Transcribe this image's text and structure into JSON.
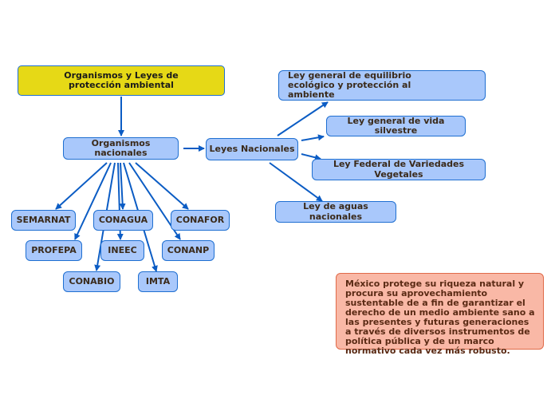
{
  "title": "Organismos y Leyes de protección ambiental",
  "nodes": {
    "organismos_nacionales": "Organismos nacionales",
    "leyes_nacionales": "Leyes Nacionales",
    "ley_equilibrio": "Ley general de equilibrio ecológico y protección al ambiente",
    "ley_vida_silvestre": "Ley general de vida silvestre",
    "ley_variedades": "Ley Federal de Variedades Vegetales",
    "ley_aguas": "Ley de aguas nacionales",
    "semarnat": "SEMARNAT",
    "conagua": "CONAGUA",
    "conafor": "CONAFOR",
    "profepa": "PROFEPA",
    "ineec": "INEEC",
    "conanp": "CONANP",
    "conabio": "CONABIO",
    "imta": "IMTA"
  },
  "note": "México protege su riqueza natural y procura su aprovechamiento sustentable de a fin de garantizar el derecho de un medio ambiente sano a las presentes y futuras generaciones a través de diversos instrumentos de política pública y de un marco normativo cada vez más robusto.",
  "colors": {
    "connector": "#0b5cc4",
    "node_fill": "#a9c8fb",
    "node_border": "#1f6fd1",
    "title_fill": "#e6d916",
    "note_fill": "#f9b8a6",
    "note_border": "#e06a49"
  }
}
